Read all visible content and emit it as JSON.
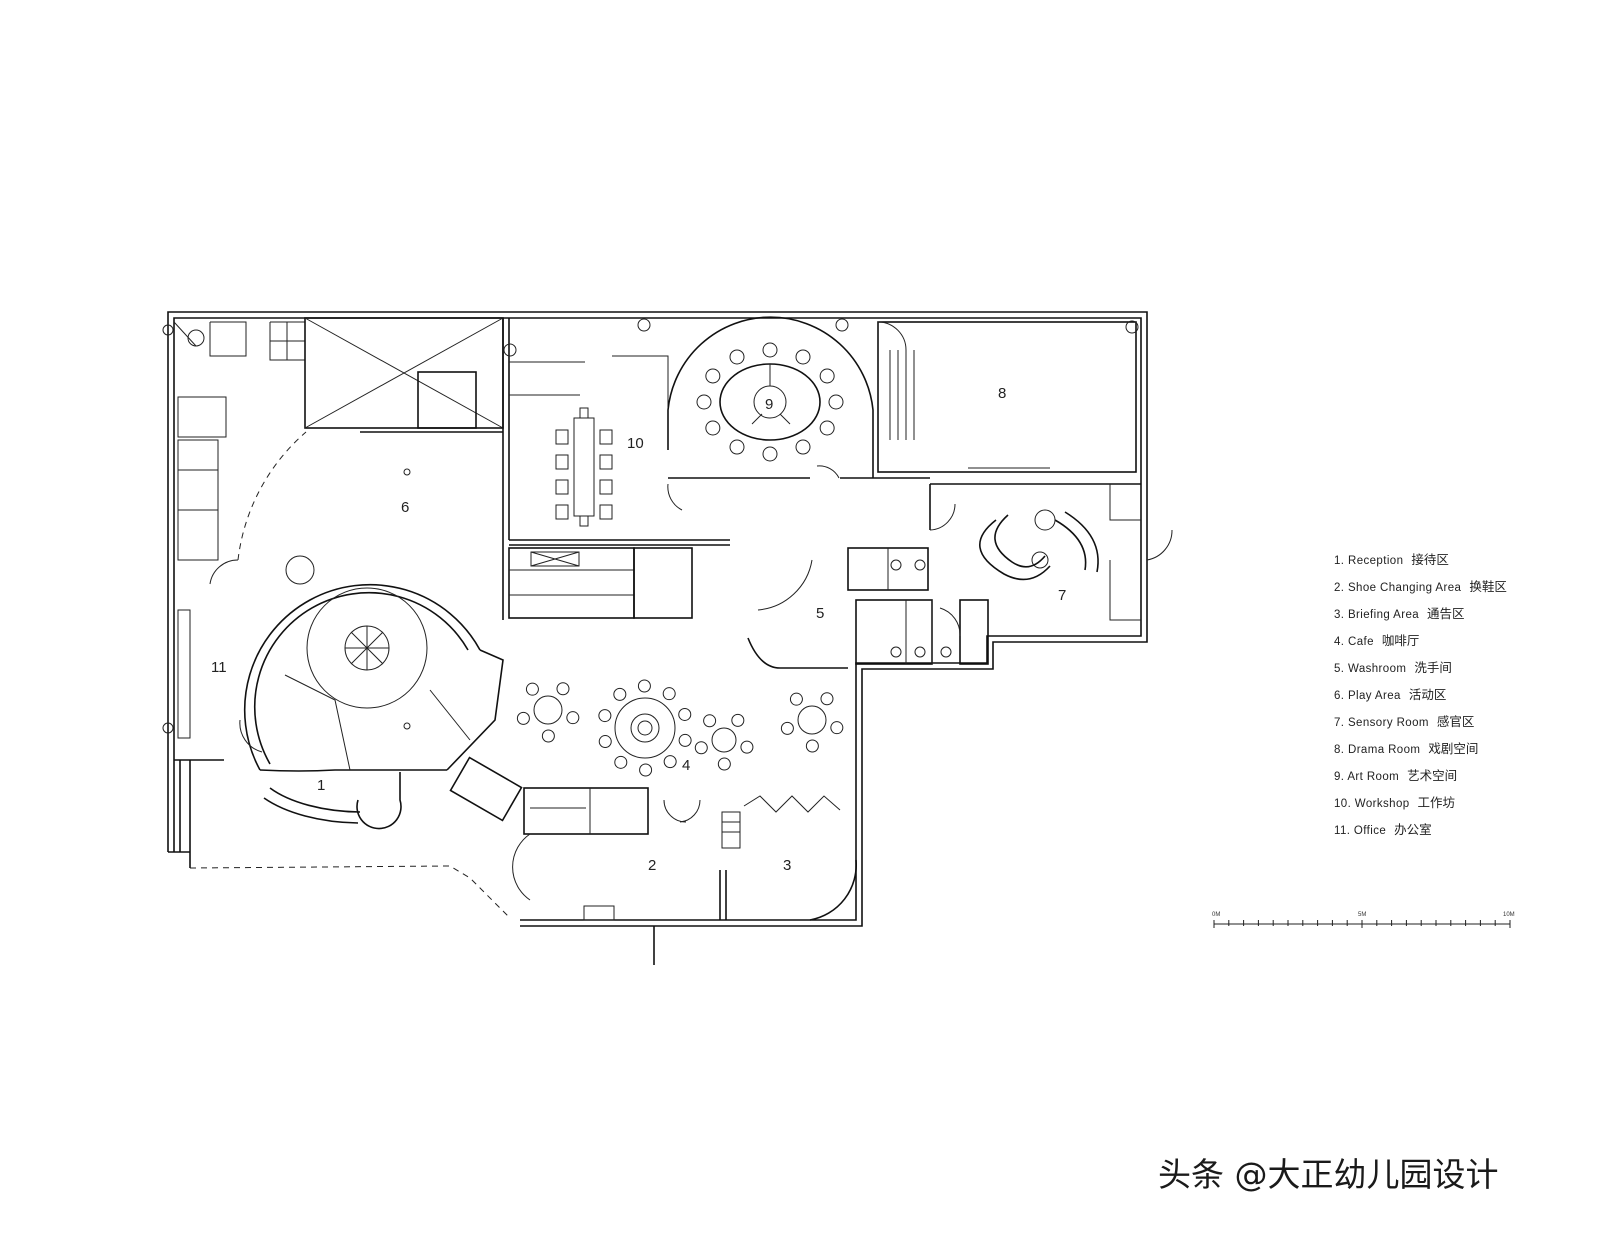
{
  "rooms": [
    {
      "id": "1",
      "label": "1"
    },
    {
      "id": "2",
      "label": "2"
    },
    {
      "id": "3",
      "label": "3"
    },
    {
      "id": "4",
      "label": "4"
    },
    {
      "id": "5",
      "label": "5"
    },
    {
      "id": "6",
      "label": "6"
    },
    {
      "id": "7",
      "label": "7"
    },
    {
      "id": "8",
      "label": "8"
    },
    {
      "id": "9",
      "label": "9"
    },
    {
      "id": "10",
      "label": "10"
    },
    {
      "id": "11",
      "label": "11"
    }
  ],
  "legend": [
    {
      "en": "1. Reception",
      "cn": "接待区"
    },
    {
      "en": "2. Shoe Changing Area",
      "cn": "换鞋区"
    },
    {
      "en": "3. Briefing Area",
      "cn": "通告区"
    },
    {
      "en": "4. Cafe",
      "cn": "咖啡厅"
    },
    {
      "en": "5. Washroom",
      "cn": "洗手间"
    },
    {
      "en": "6. Play Area",
      "cn": "活动区"
    },
    {
      "en": "7. Sensory Room",
      "cn": "感官区"
    },
    {
      "en": "8. Drama Room",
      "cn": "戏剧空间"
    },
    {
      "en": "9. Art Room",
      "cn": "艺术空间"
    },
    {
      "en": "10. Workshop",
      "cn": "工作坊"
    },
    {
      "en": "11. Office",
      "cn": "办公室"
    }
  ],
  "scale_bar": {
    "ticks": [
      "0M",
      "5M",
      "10M"
    ]
  },
  "watermark": "头条 @大正幼儿园设计"
}
